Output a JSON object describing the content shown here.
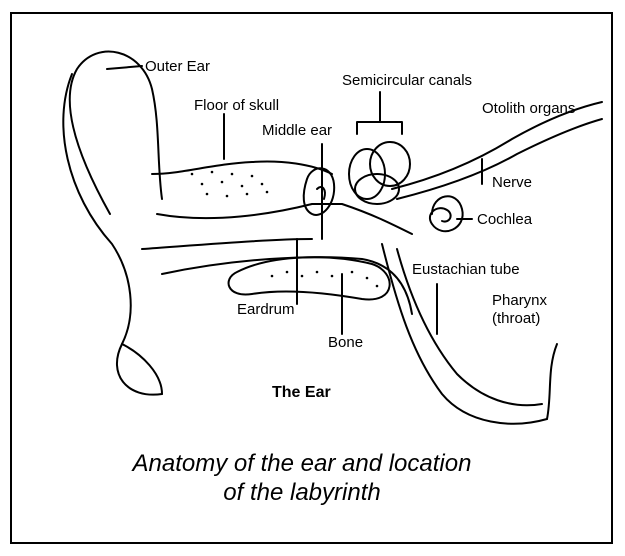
{
  "labels": {
    "outer_ear": "Outer Ear",
    "floor_of_skull": "Floor of skull",
    "semicircular_canals": "Semicircular canals",
    "middle_ear": "Middle ear",
    "otolith_organs": "Otolith organs",
    "nerve": "Nerve",
    "cochlea": "Cochlea",
    "eustachian_tube": "Eustachian tube",
    "pharynx": "Pharynx",
    "throat": "(throat)",
    "eardrum": "Eardrum",
    "bone": "Bone"
  },
  "diagram_title": "The Ear",
  "caption": {
    "line1": "Anatomy of the ear and location",
    "line2": "of the labyrinth"
  }
}
